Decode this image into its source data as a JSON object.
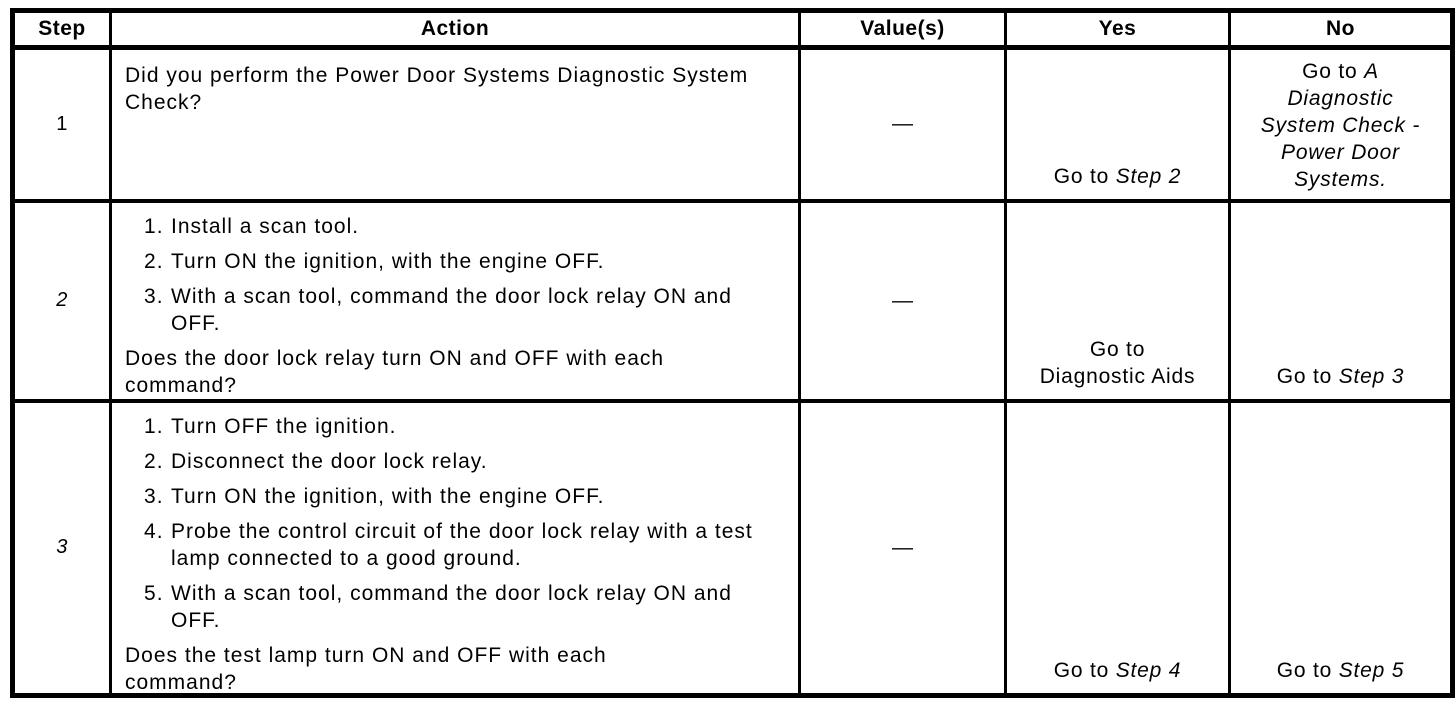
{
  "colors": {
    "ink": "#000000",
    "paper": "#ffffff"
  },
  "table": {
    "headers": {
      "step": "Step",
      "action": "Action",
      "values": "Value(s)",
      "yes": "Yes",
      "no": "No"
    },
    "rows": [
      {
        "step": "1",
        "question": "Did you perform the Power Door Systems Diagnostic System Check?",
        "value": "—",
        "yes": {
          "prefix": "Go to ",
          "ref": "Step 2"
        },
        "no": {
          "prefix": "Go to ",
          "ref": "A Diagnostic System Check - Power Door Systems.",
          "ref_lines": [
            "A",
            "Diagnostic",
            "System Check -",
            "Power Door",
            "Systems."
          ]
        }
      },
      {
        "step": "2",
        "actions": [
          "Install a scan tool.",
          "Turn ON the ignition, with the engine OFF.",
          "With a scan tool, command the door lock relay ON and OFF."
        ],
        "question": "Does the door lock relay turn ON and OFF with each command?",
        "value": "—",
        "yes": {
          "lines": [
            "Go to",
            "Diagnostic Aids"
          ]
        },
        "no": {
          "prefix": "Go to ",
          "ref": "Step 3"
        }
      },
      {
        "step": "3",
        "actions": [
          "Turn OFF the ignition.",
          "Disconnect the door lock relay.",
          "Turn ON the ignition, with the engine OFF.",
          "Probe the control circuit of the door lock relay with a test lamp connected to a good ground.",
          "With a scan tool, command the door lock relay ON and OFF."
        ],
        "question": "Does the test lamp turn ON and OFF with each command?",
        "value": "—",
        "yes": {
          "prefix": "Go to ",
          "ref": "Step 4"
        },
        "no": {
          "prefix": "Go to ",
          "ref": "Step 5"
        }
      }
    ]
  }
}
